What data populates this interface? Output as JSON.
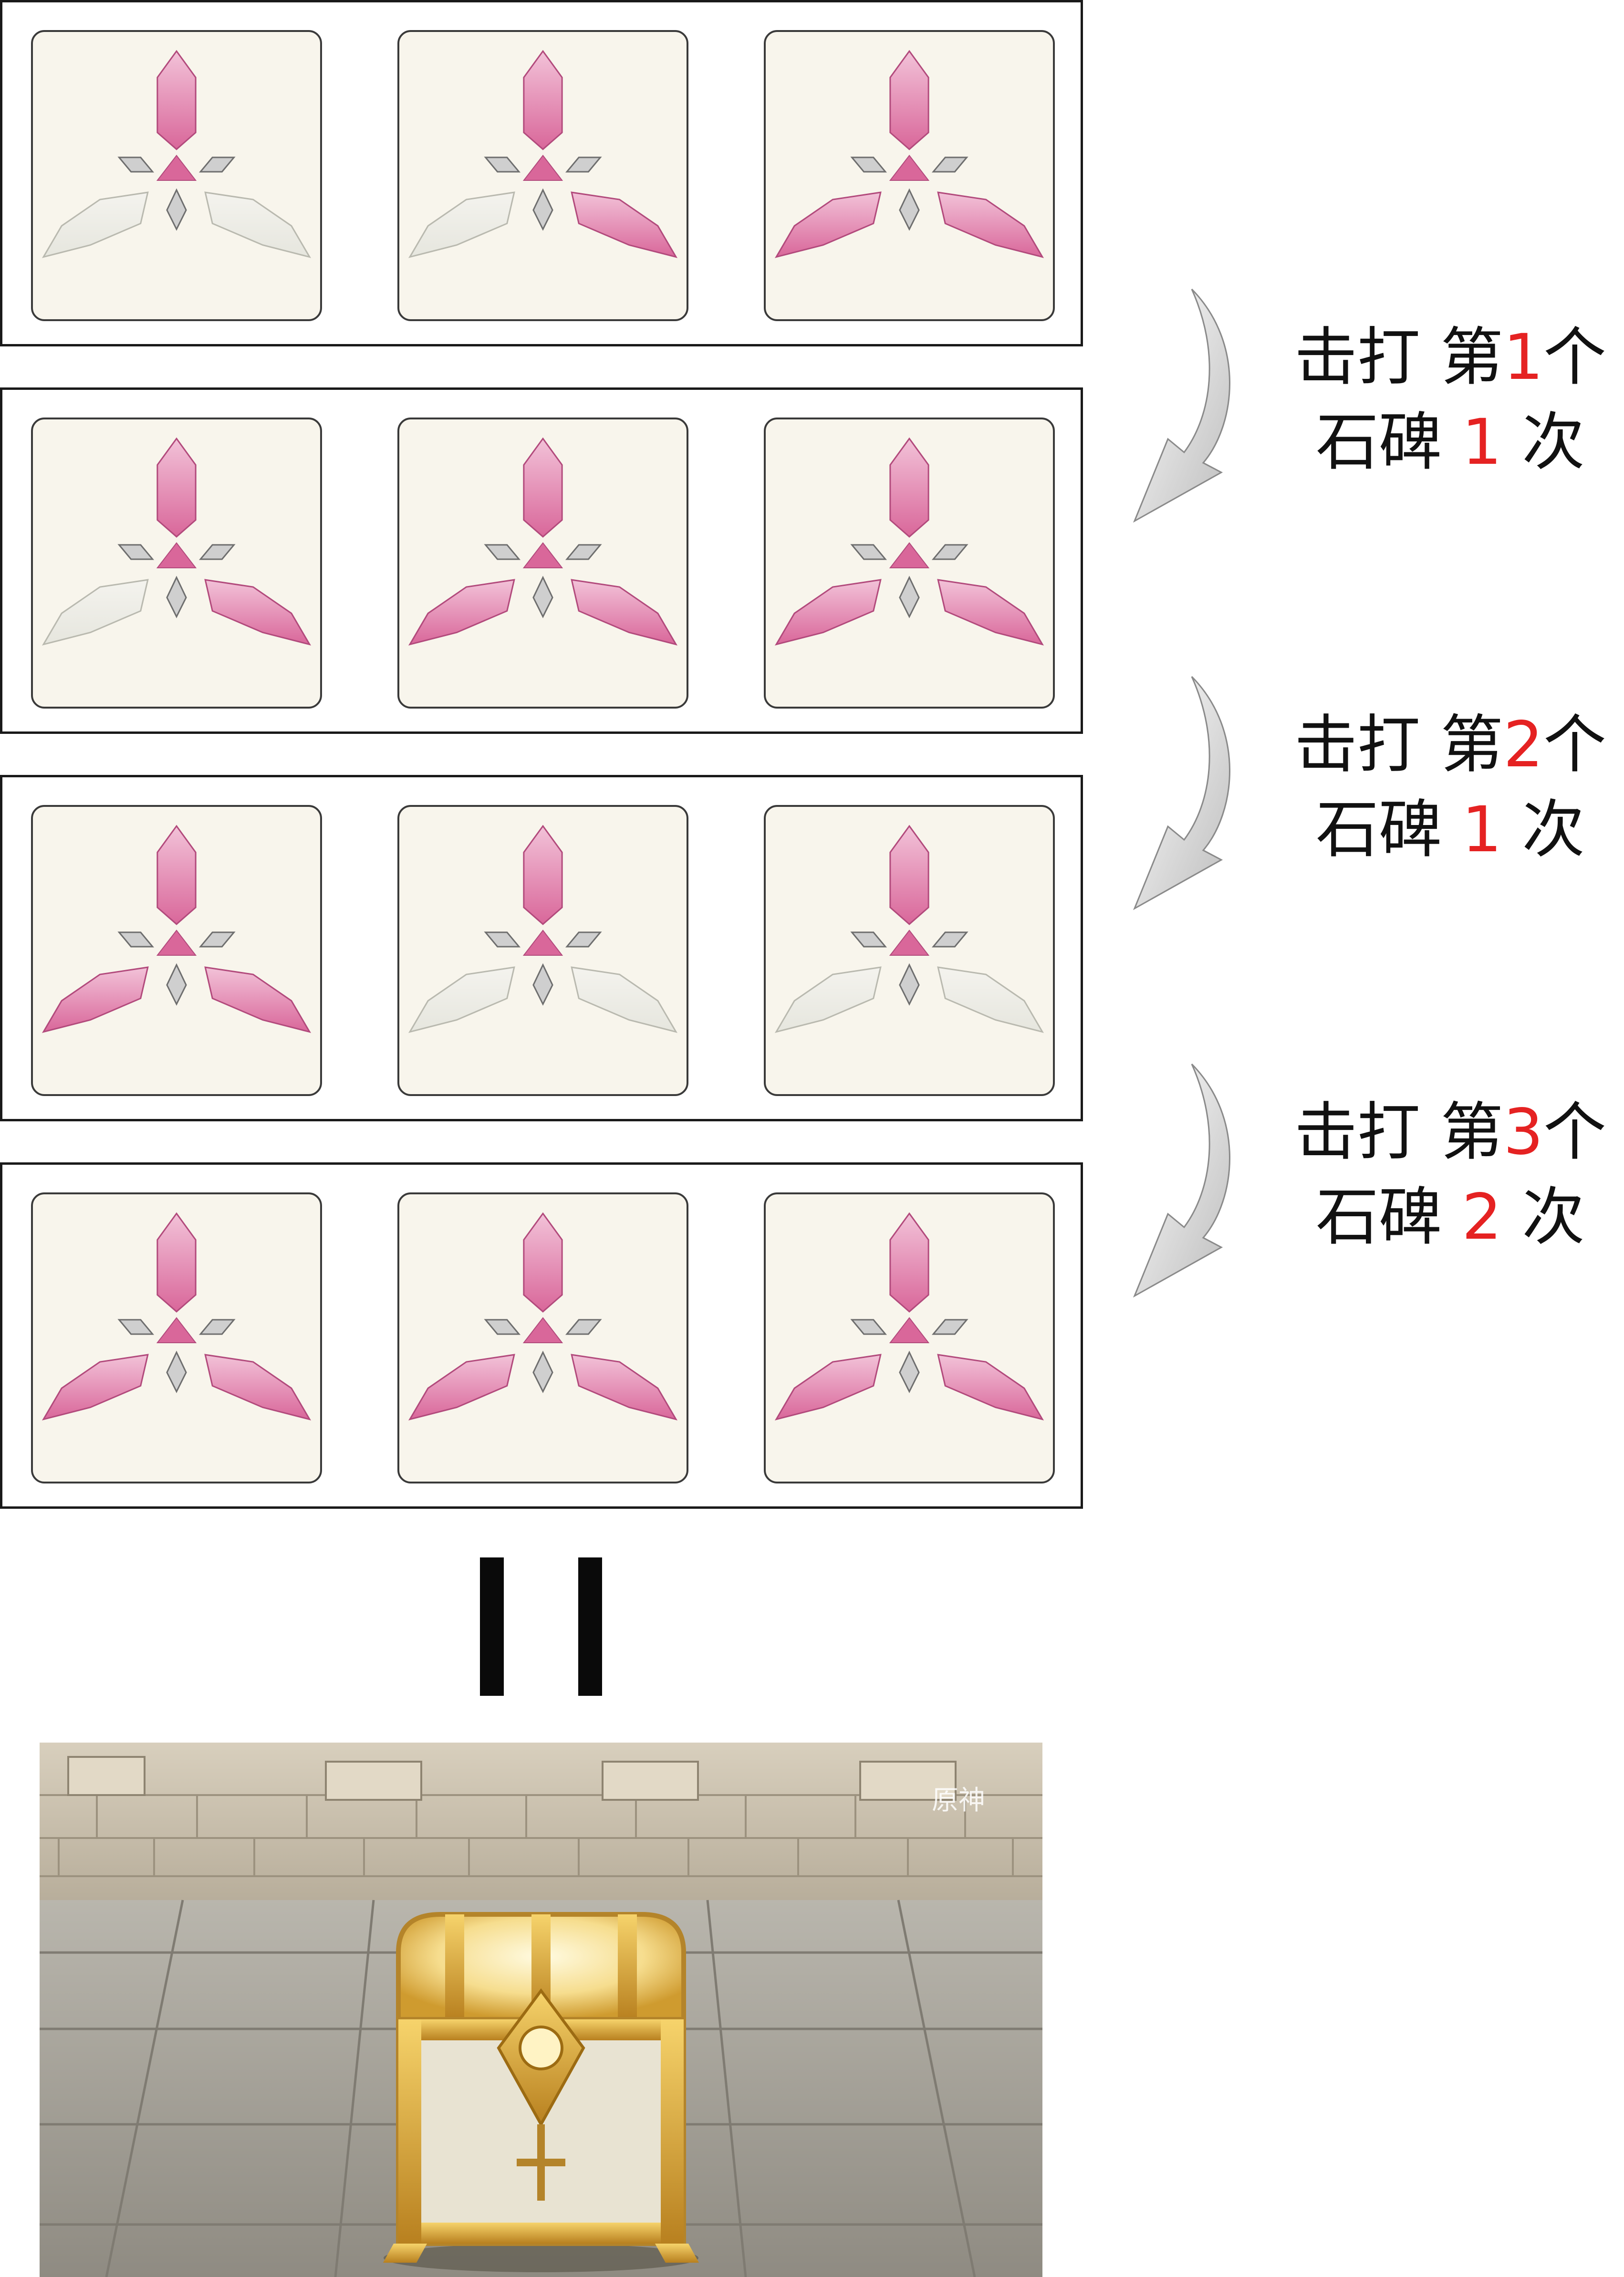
{
  "colors": {
    "petal_lit": "#d9679a",
    "petal_unlit": "#e6e6de",
    "tile_bg": "#f8f5ec",
    "highlight_red": "#e52222"
  },
  "steps": [
    {
      "petals": [
        "lit",
        "unlit",
        "unlit"
      ]
    },
    {
      "petals": [
        "lit",
        "unlit",
        "lit"
      ]
    },
    {
      "petals": [
        "lit",
        "lit",
        "lit"
      ]
    }
  ],
  "rows": [
    {
      "tiles": [
        {
          "left": "unlit",
          "right": "unlit"
        },
        {
          "left": "unlit",
          "right": "lit"
        },
        {
          "left": "lit",
          "right": "lit"
        }
      ]
    },
    {
      "tiles": [
        {
          "left": "unlit",
          "right": "lit"
        },
        {
          "left": "lit",
          "right": "lit"
        },
        {
          "left": "lit",
          "right": "lit"
        }
      ]
    },
    {
      "tiles": [
        {
          "left": "lit",
          "right": "lit"
        },
        {
          "left": "unlit",
          "right": "unlit"
        },
        {
          "left": "unlit",
          "right": "unlit"
        }
      ]
    },
    {
      "tiles": [
        {
          "left": "lit",
          "right": "lit"
        },
        {
          "left": "lit",
          "right": "lit"
        },
        {
          "left": "lit",
          "right": "lit"
        }
      ]
    }
  ],
  "instructions": [
    {
      "action": "击打",
      "ordinal_prefix": "第",
      "stele_number": "1",
      "ordinal_suffix": "个",
      "object": "石碑",
      "times": "1",
      "unit": "次"
    },
    {
      "action": "击打",
      "ordinal_prefix": "第",
      "stele_number": "2",
      "ordinal_suffix": "个",
      "object": "石碑",
      "times": "1",
      "unit": "次"
    },
    {
      "action": "击打",
      "ordinal_prefix": "第",
      "stele_number": "3",
      "ordinal_suffix": "个",
      "object": "石碑",
      "times": "2",
      "unit": "次"
    }
  ],
  "result": {
    "equals_symbol": "||",
    "watermark": "原神",
    "image_subject": "golden-treasure-chest"
  }
}
